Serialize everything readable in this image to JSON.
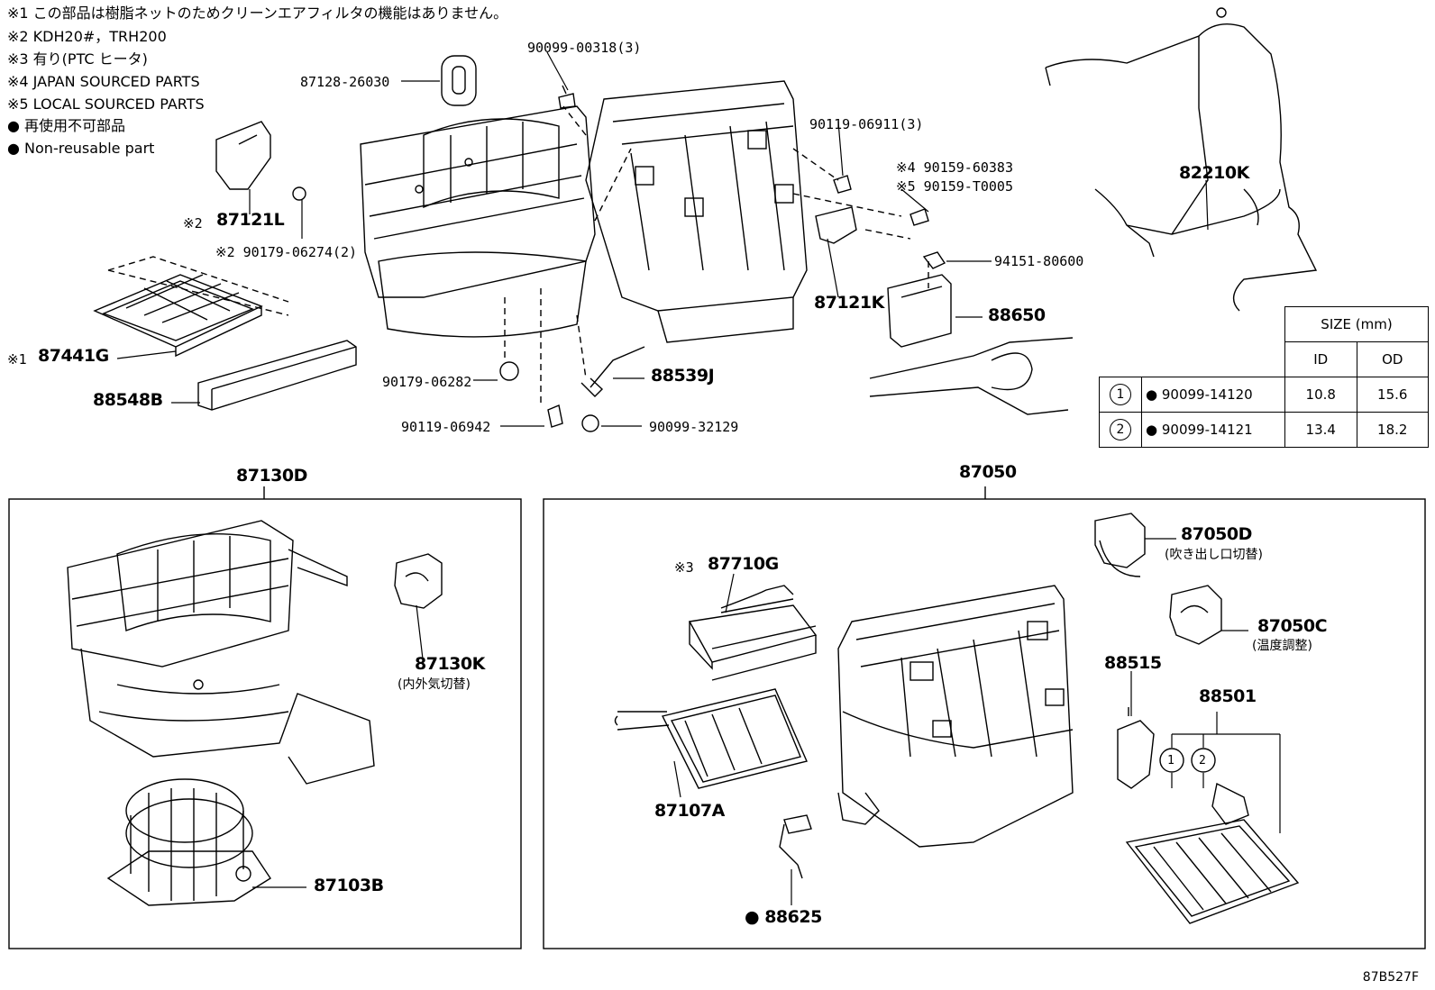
{
  "notes": [
    "※1 この部品は樹脂ネットのためクリーンエアフィルタの機能はありません。",
    "※2 KDH20#，TRH200",
    "※3 有り(PTC ヒータ)",
    "※4 JAPAN SOURCED PARTS",
    "※5 LOCAL SOURCED PARTS",
    "● 再使用不可部品",
    "● Non-reusable part"
  ],
  "labels": {
    "p9009900318": "90099-00318(3)",
    "p8712826030": "87128-26030",
    "p9011906911": "90119-06911(3)",
    "p9015960383": "※4 90159-60383",
    "p90159T0005": "※5 90159-T0005",
    "p82210K": "82210K",
    "p87121L_mark": "※2",
    "p87121L": "87121L",
    "p9017906274": "※2 90179-06274(2)",
    "p9415180600": "94151-80600",
    "p87121K": "87121K",
    "p88650": "88650",
    "p87441G_mark": "※1",
    "p87441G": "87441G",
    "p88548B": "88548B",
    "p9017906282": "90179-06282",
    "p88539J": "88539J",
    "p9011906942": "90119-06942",
    "p9009932129": "90099-32129",
    "p87130D": "87130D",
    "p87050": "87050",
    "p87130K": "87130K",
    "p87130K_sub": "(内外気切替)",
    "p87103B": "87103B",
    "p87710G_mark": "※3",
    "p87710G": "87710G",
    "p87050D": "87050D",
    "p87050D_sub": "(吹き出し口切替)",
    "p87050C": "87050C",
    "p87050C_sub": "(温度調整)",
    "p88515": "88515",
    "p88501": "88501",
    "p87107A": "87107A",
    "p88625": "● 88625",
    "circle1": "1",
    "circle2": "2"
  },
  "size_table": {
    "title": "SIZE (mm)",
    "headers": [
      "ID",
      "OD"
    ],
    "rows": [
      {
        "no": "1",
        "part": "● 90099-14120",
        "id": "10.8",
        "od": "15.6"
      },
      {
        "no": "2",
        "part": "● 90099-14121",
        "id": "13.4",
        "od": "18.2"
      }
    ]
  },
  "figure_id": "87B527F"
}
